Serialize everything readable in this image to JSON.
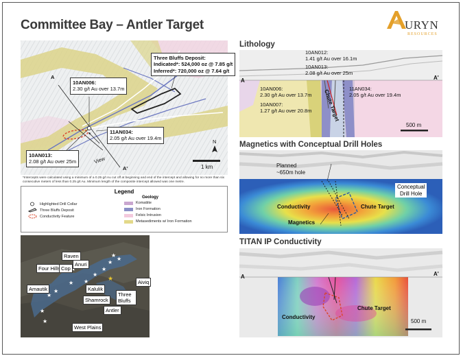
{
  "title": "Committee Bay – Antler Target",
  "logo": {
    "name": "AURYN",
    "sub": "RESOURCES",
    "prefix": "A",
    "rest": "URYN"
  },
  "main_map": {
    "three_bluffs_title": "Three Bluffs Deposit:",
    "three_bluffs_indicated": "Indicated*: 524,000 oz @ 7.85 g/t",
    "three_bluffs_inferred": "Inferred*: 720,000 oz @ 7.64 g/t",
    "hole1_id": "10AN006:",
    "hole1_val": "2.30 g/t Au over 13.7m",
    "hole2_id": "11AN034:",
    "hole2_val": "2.05 g/t Au over 19.4m",
    "hole3_id": "10AN013:",
    "hole3_val": "2.08 g/t Au over 25m",
    "view_label": "View",
    "a_left": "A",
    "a_right": "A'",
    "north": "N",
    "scale": "1 km"
  },
  "footnote": "*Intercepts were calculated using a minimum of a 0.25 g/t Au cut off at beginning and end of the intercept and allowing for no more than six consecutive meters of less than 0.25 g/t Au. Minimum length of the composite intercept allowed was one metre.",
  "legend": {
    "title": "Legend",
    "geology_title": "Geology",
    "left_items": [
      "Highlighted Drill Collar",
      "Three Bluffs Deposit",
      "Conductivity Feature"
    ],
    "geology_items": [
      {
        "label": "Komatiite",
        "color": "#c9a6cf"
      },
      {
        "label": "Iron Formation",
        "color": "#8a8fc6"
      },
      {
        "label": "Felsic Intrusion",
        "color": "#f3c9dd"
      },
      {
        "label": "Metasediments w/ Iron Formation",
        "color": "#e3d98a"
      }
    ]
  },
  "region_map": {
    "labels": [
      "Raven",
      "Four Hills",
      "Cop",
      "Anuri",
      "Aiviq",
      "Amautik",
      "Kalulik",
      "Shamrock",
      "Three Bluffs",
      "Antler",
      "West Plains"
    ]
  },
  "lithology": {
    "title": "Lithology",
    "c1": "10AN012:",
    "c1v": "1.41 g/t Au over 16.1m",
    "c2": "10AN013:",
    "c2v": "2.08 g/t Au over 25m",
    "c3": "10AN006:",
    "c3v": "2.30 g/t Au over 13.7m",
    "c4": "10AN007:",
    "c4v": "1.27 g/t Au over 20.8m",
    "c5": "11AN034:",
    "c5v": "2.05 g/t Au over 19.4m",
    "chute": "Chute Target",
    "a_left": "A",
    "a_right": "A'",
    "scale": "500 m"
  },
  "magnetics": {
    "title": "Magnetics with Conceptual Drill Holes",
    "planned": "Planned",
    "planned2": "~650m hole",
    "conceptual": "Conceptual",
    "conceptual2": "Drill Hole",
    "conductivity": "Conductivity",
    "chute": "Chute Target",
    "magnetics_lbl": "Magnetics"
  },
  "titan": {
    "title": "TITAN IP Conductivity",
    "conductivity": "Conductivity",
    "chute": "Chute Target",
    "a_left": "A",
    "a_right": "A'",
    "scale": "500 m"
  }
}
